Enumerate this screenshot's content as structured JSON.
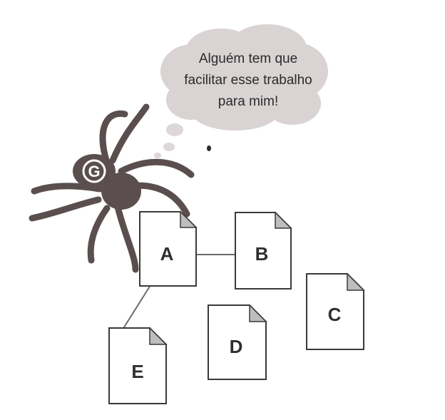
{
  "thought_bubble": {
    "lines": [
      "Alguém tem que",
      "facilitar esse trabalho",
      "para mim!"
    ],
    "cloud_color": "#d9d3d3"
  },
  "spider": {
    "letter": "G",
    "color": "#5a4f4e"
  },
  "documents": [
    {
      "id": "A",
      "label": "A"
    },
    {
      "id": "B",
      "label": "B"
    },
    {
      "id": "C",
      "label": "C"
    },
    {
      "id": "D",
      "label": "D"
    },
    {
      "id": "E",
      "label": "E"
    }
  ],
  "links": [
    {
      "from": "A",
      "to": "B"
    },
    {
      "from": "A",
      "to": "E"
    }
  ]
}
